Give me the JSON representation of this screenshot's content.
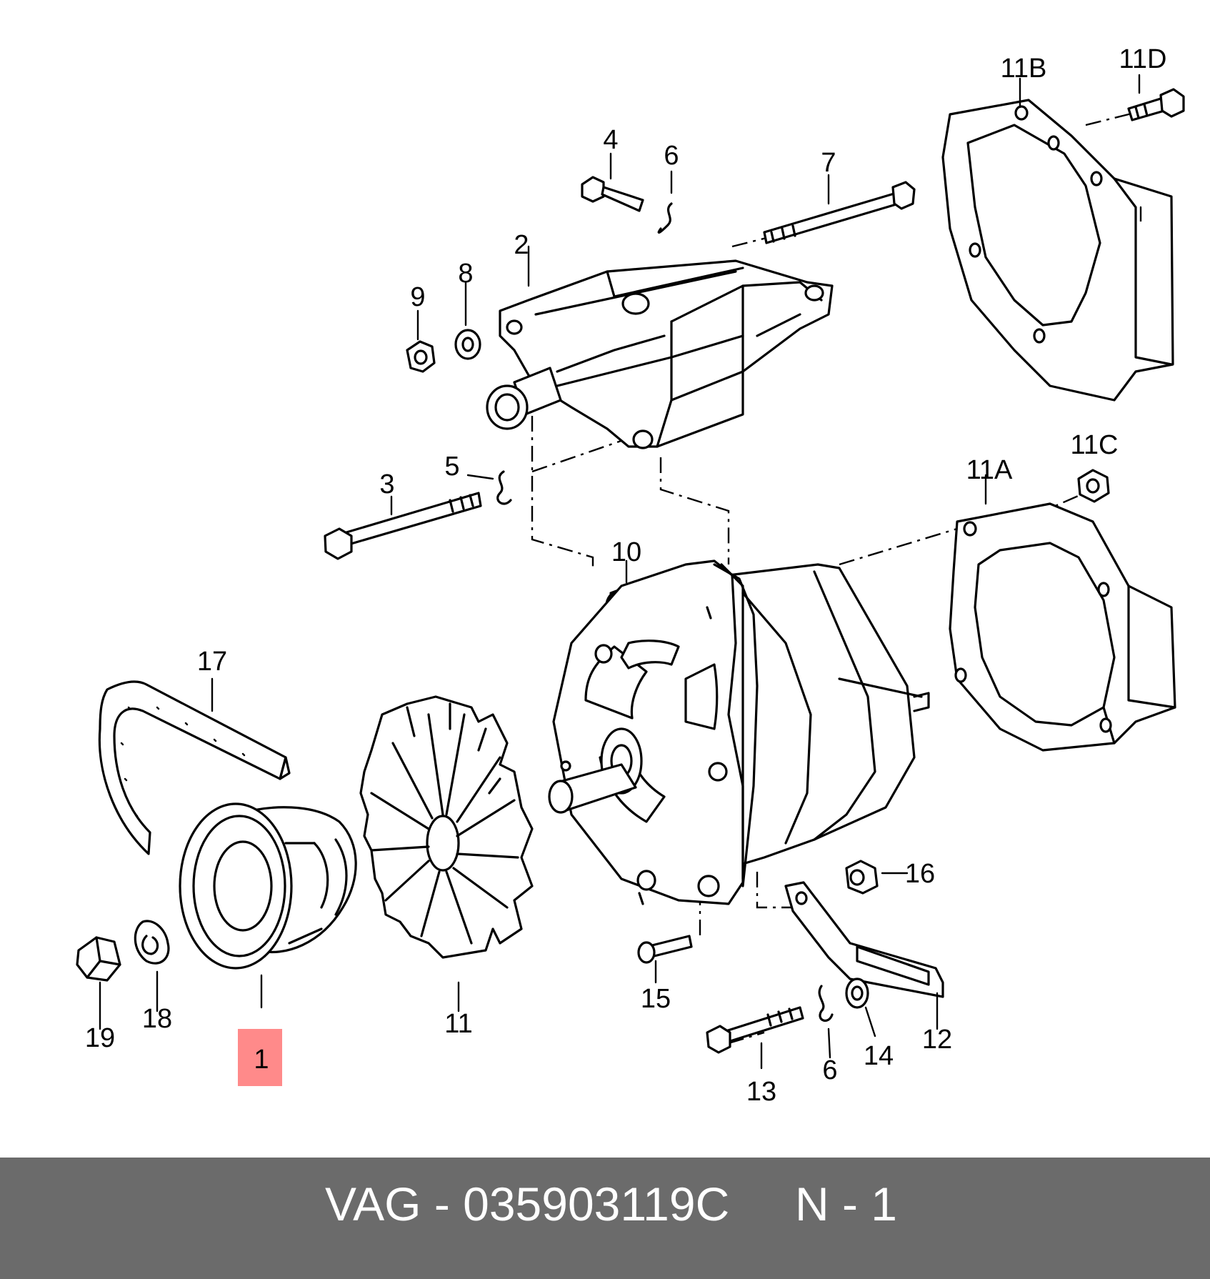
{
  "diagram": {
    "callouts": [
      "1",
      "2",
      "3",
      "4",
      "5",
      "6",
      "7",
      "8",
      "9",
      "10",
      "11",
      "11A",
      "11B",
      "11C",
      "11D",
      "12",
      "13",
      "14",
      "15",
      "16",
      "17",
      "18",
      "19",
      "6"
    ],
    "highlighted_callout": "1",
    "highlight_color": "#ff8a8a"
  },
  "footer": {
    "label": "VAG - 035903119C     N - 1",
    "background_color": "#6b6b6b",
    "text_color": "#ffffff"
  }
}
